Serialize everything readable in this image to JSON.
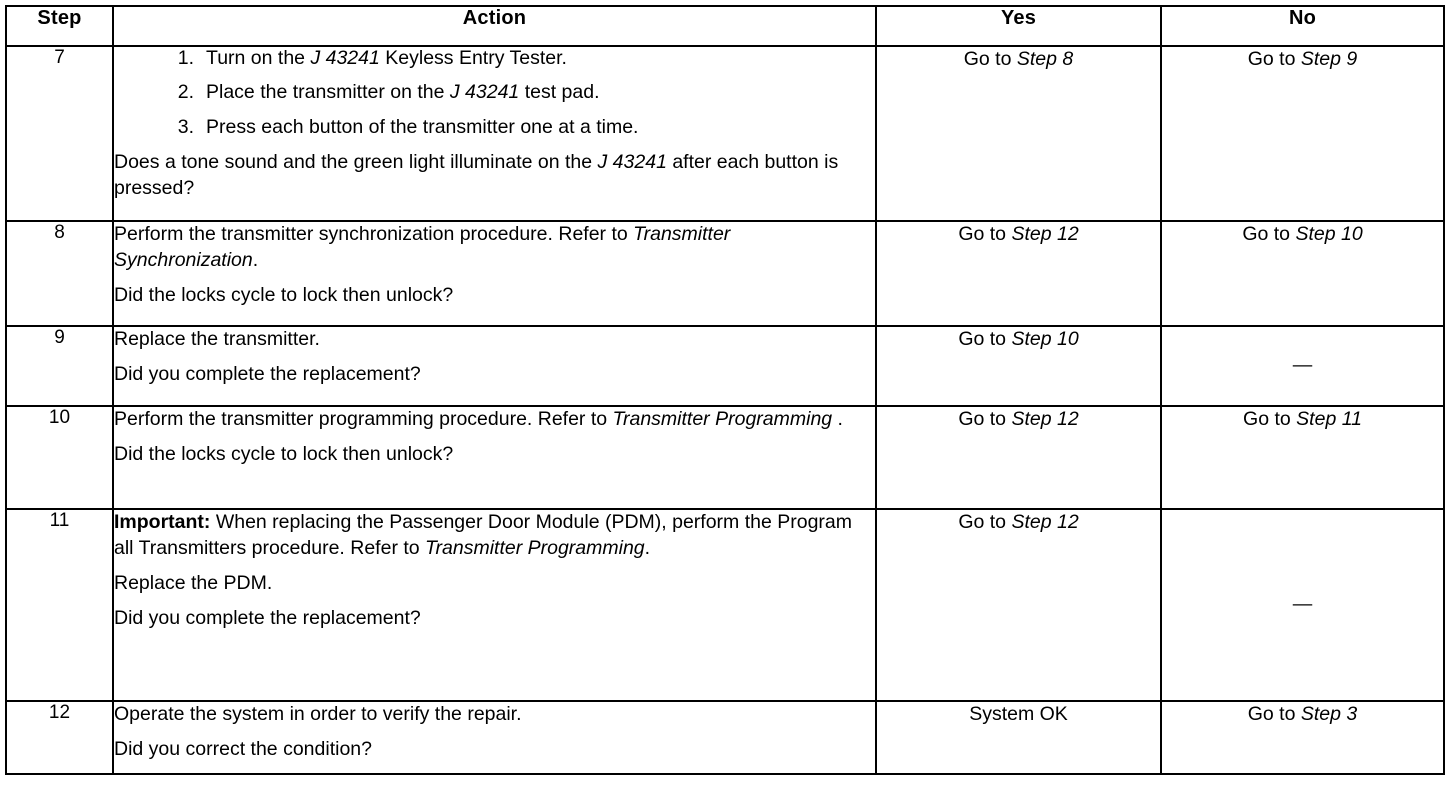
{
  "table": {
    "headers": {
      "step": "Step",
      "action": "Action",
      "yes": "Yes",
      "no": "No"
    },
    "rows": [
      {
        "step": "7",
        "action": {
          "list": [
            {
              "num": "1.",
              "pre": "Turn on the ",
              "italic": "J 43241",
              "post": " Keyless Entry Tester."
            },
            {
              "num": "2.",
              "pre": "Place the transmitter on the ",
              "italic": "J 43241",
              "post": " test pad."
            },
            {
              "num": "3.",
              "pre": "Press each button of the transmitter one at a time.",
              "italic": "",
              "post": ""
            }
          ],
          "question_pre": "Does a tone sound and the green light illuminate on the ",
          "question_italic": "J 43241",
          "question_post": " after each button is pressed?"
        },
        "yes": "Go to Step 8",
        "yes_pre": "Go to ",
        "yes_italic": "Step 8",
        "no_pre": "Go to ",
        "no_italic": "Step 9"
      },
      {
        "step": "8",
        "action": {
          "body_pre": "Perform the transmitter synchronization procedure. Refer to ",
          "body_italic": "Transmitter Synchronization",
          "body_post": ".",
          "question": "Did the locks cycle to lock then unlock?"
        },
        "yes_pre": "Go to ",
        "yes_italic": "Step 12",
        "no_pre": "Go to ",
        "no_italic": "Step 10"
      },
      {
        "step": "9",
        "action": {
          "body_pre": "Replace the transmitter.",
          "body_italic": "",
          "body_post": "",
          "question": "Did you complete the replacement?"
        },
        "yes_pre": "Go to ",
        "yes_italic": "Step 10",
        "no_pre": "—",
        "no_italic": ""
      },
      {
        "step": "10",
        "action": {
          "body_pre": "Perform the transmitter programming procedure. Refer to ",
          "body_italic": "Transmitter Programming",
          "body_post": " .",
          "question": "Did the locks cycle to lock then unlock?"
        },
        "yes_pre": "Go to ",
        "yes_italic": "Step 12",
        "no_pre": "Go to ",
        "no_italic": "Step 11"
      },
      {
        "step": "11",
        "action": {
          "important_label": "Important:",
          "important_body": " When replacing the Passenger Door Module (PDM), perform the Program all Transmitters procedure. Refer to ",
          "important_italic": "Transmitter Programming",
          "important_post": ".",
          "line2": "Replace the PDM.",
          "question": "Did you complete the replacement?"
        },
        "yes_pre": "Go to ",
        "yes_italic": "Step 12",
        "no_pre": "—",
        "no_italic": ""
      },
      {
        "step": "12",
        "action": {
          "body_pre": "Operate the system in order to verify the repair.",
          "body_italic": "",
          "body_post": "",
          "question": "Did you correct the condition?"
        },
        "yes_pre": "System OK",
        "yes_italic": "",
        "no_pre": "Go to ",
        "no_italic": "Step 3"
      }
    ]
  },
  "colors": {
    "ink": "#000000",
    "paper": "#ffffff"
  }
}
